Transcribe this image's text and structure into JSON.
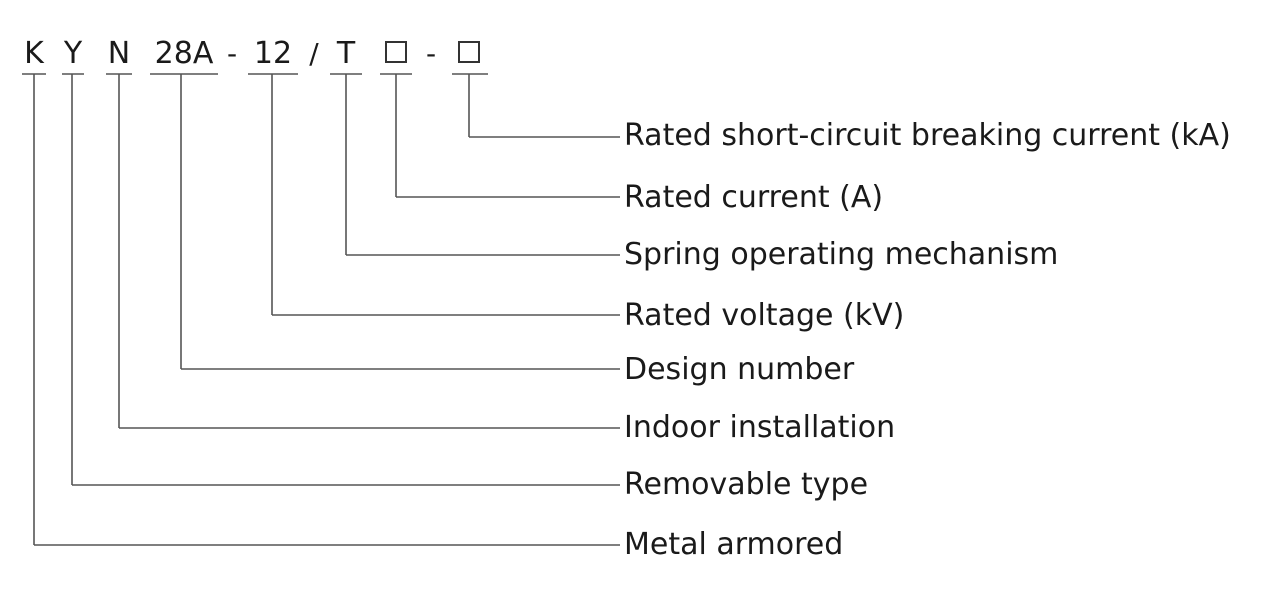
{
  "code": {
    "k": "K",
    "y": "Y",
    "n": "N",
    "design": "28A",
    "dash1": "-",
    "voltage": "12",
    "slash": "/",
    "mechanism": "T",
    "dash2": "-"
  },
  "labels": {
    "breaking_current": "Rated short-circuit breaking current (kA)",
    "rated_current": "Rated current (A)",
    "mechanism": "Spring operating mechanism",
    "voltage": "Rated voltage (kV)",
    "design": "Design number",
    "indoor": "Indoor installation",
    "removable": "Removable type",
    "metal": "Metal armored"
  }
}
